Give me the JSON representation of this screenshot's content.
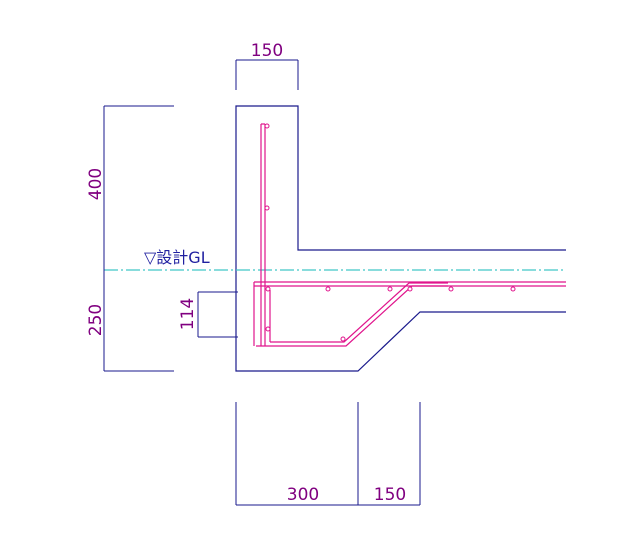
{
  "drawing": {
    "colors": {
      "concrete_outline": "#1a1a8c",
      "dimension_line": "#1a1a8c",
      "dimension_text": "#800080",
      "rebar": "#e0148c",
      "ground_line": "#40c8c8",
      "label_text": "#2020a0"
    },
    "dimensions": {
      "top_width": "150",
      "upper_height": "400",
      "lower_height": "250",
      "inner_depth": "114",
      "bottom_base": "300",
      "bottom_slope": "150"
    },
    "labels": {
      "ground_level": "▽設計GL"
    }
  }
}
